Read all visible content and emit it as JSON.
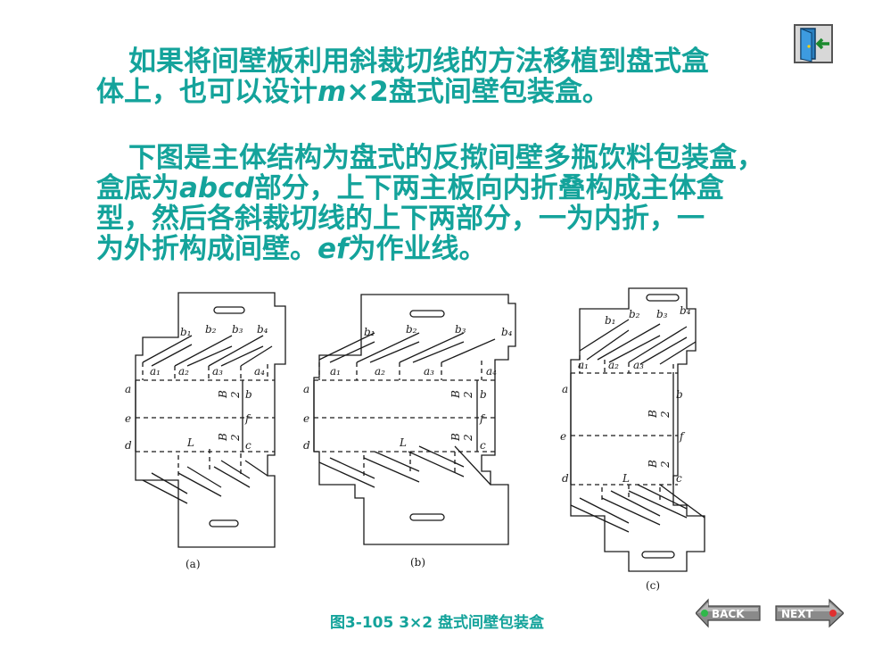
{
  "para1": {
    "line1": "如果将间壁板利用斜裁切线的方法移植到盘式盒",
    "line2_a": "体上，也可以设计",
    "line2_m": "m",
    "line2_b": "×2盘式间壁包装盒。"
  },
  "para2": {
    "line1": "下图是主体结构为盘式的反揿间壁多瓶饮料包装盒，",
    "line2_a": "盒底为",
    "line2_abcd": "abcd",
    "line2_b": "部分，上下两主板向内折叠构成主体盒",
    "line3": "型，然后各斜裁切线的上下两部分，一为内折，一",
    "line4_ef": "ef",
    "line4_pre": "为外折构成间壁。",
    "line4_post": "为作业线。"
  },
  "caption": "图3-105 3×2 盘式间壁包装盒",
  "diagram": {
    "panel_labels": [
      "(a)",
      "(b)",
      "(c)"
    ],
    "top_labels": [
      "b₁",
      "b₂",
      "b₃",
      "b₄"
    ],
    "mid_labels": [
      "a₁",
      "a₂",
      "a₃",
      "a₄"
    ],
    "corner": {
      "a": "a",
      "b": "b",
      "c": "c",
      "d": "d",
      "e": "e",
      "f": "f",
      "L": "L"
    },
    "fraction": {
      "num": "B",
      "den": "2"
    }
  },
  "nav": {
    "back": "BACK",
    "next": "NEXT"
  },
  "colors": {
    "text": "#14a39b",
    "line": "#1a1a1a",
    "button": "#8a8a8a"
  },
  "icons": [
    "exit-door-icon"
  ]
}
